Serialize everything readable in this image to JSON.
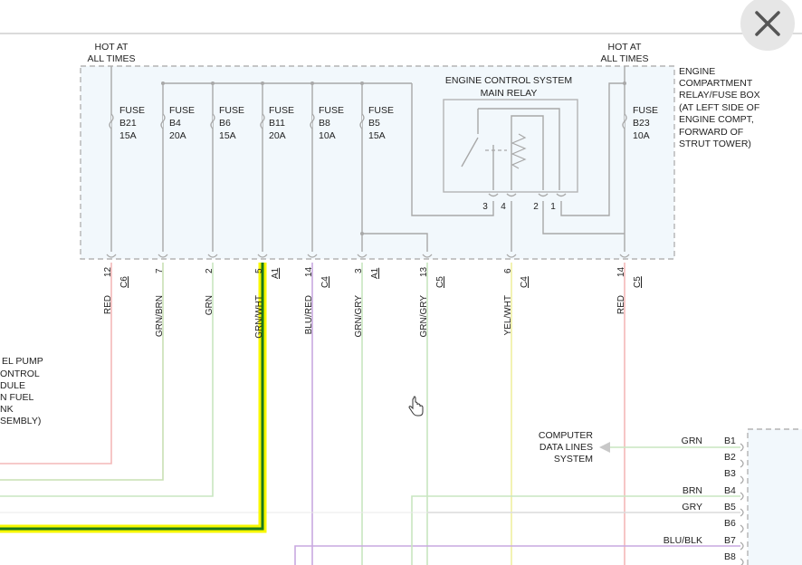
{
  "hot_labels": [
    {
      "line1": "HOT AT",
      "line2": "ALL TIMES"
    },
    {
      "line1": "HOT AT",
      "line2": "ALL TIMES"
    }
  ],
  "fuses": [
    {
      "line1": "FUSE",
      "line2": "B21",
      "line3": "15A"
    },
    {
      "line1": "FUSE",
      "line2": "B4",
      "line3": "20A"
    },
    {
      "line1": "FUSE",
      "line2": "B6",
      "line3": "15A"
    },
    {
      "line1": "FUSE",
      "line2": "B11",
      "line3": "20A"
    },
    {
      "line1": "FUSE",
      "line2": "B8",
      "line3": "10A"
    },
    {
      "line1": "FUSE",
      "line2": "B5",
      "line3": "15A"
    },
    {
      "line1": "FUSE",
      "line2": "B23",
      "line3": "10A"
    }
  ],
  "relay": {
    "title_line1": "ENGINE CONTROL SYSTEM",
    "title_line2": "MAIN RELAY",
    "pins": [
      "3",
      "4",
      "2",
      "1"
    ]
  },
  "fuse_box_label": [
    "ENGINE",
    "COMPARTMENT",
    "RELAY/FUSE BOX",
    "(AT LEFT SIDE OF",
    "ENGINE COMPT,",
    "FORWARD OF",
    "STRUT TOWER)"
  ],
  "connectors": [
    {
      "pin": "12",
      "conn": "C6",
      "wire": "RED",
      "color": "#f4b8b8"
    },
    {
      "pin": "7",
      "conn": "",
      "wire": "GRN/BRN",
      "color": "#c8e0b4"
    },
    {
      "pin": "2",
      "conn": "",
      "wire": "GRN",
      "color": "#c8e6c0"
    },
    {
      "pin": "5",
      "conn": "A1",
      "wire": "GRN/WHT",
      "color": "#1a7a1a"
    },
    {
      "pin": "14",
      "conn": "C4",
      "wire": "BLU/RED",
      "color": "#c8a8e0"
    },
    {
      "pin": "3",
      "conn": "A1",
      "wire": "GRN/GRY",
      "color": "#c8e6c0"
    },
    {
      "pin": "13",
      "conn": "C5",
      "wire": "GRN/GRY",
      "color": "#c8e6c0"
    },
    {
      "pin": "6",
      "conn": "C4",
      "wire": "YEL/WHT",
      "color": "#f0f0a0"
    },
    {
      "pin": "14",
      "conn": "C5",
      "wire": "RED",
      "color": "#f4b8b8"
    }
  ],
  "fuel_pump_label": [
    "EL PUMP",
    "ONTROL",
    "DULE",
    "N FUEL",
    "NK",
    "SEMBLY)"
  ],
  "computer_label": [
    "COMPUTER",
    "DATA LINES",
    "SYSTEM"
  ],
  "pcm_pins": [
    {
      "pin": "B1",
      "wire": "GRN"
    },
    {
      "pin": "B2",
      "wire": ""
    },
    {
      "pin": "B3",
      "wire": ""
    },
    {
      "pin": "B4",
      "wire": "BRN"
    },
    {
      "pin": "B5",
      "wire": "GRY"
    },
    {
      "pin": "B6",
      "wire": ""
    },
    {
      "pin": "B7",
      "wire": "BLU/BLK"
    },
    {
      "pin": "B8",
      "wire": ""
    }
  ],
  "colors": {
    "highlight": "#f7f700",
    "selected_wire": "#1a7a1a",
    "box_fill": "#f2f8fc",
    "box_border": "#b4b4b4",
    "wire_internal": "#a8a8a8"
  }
}
